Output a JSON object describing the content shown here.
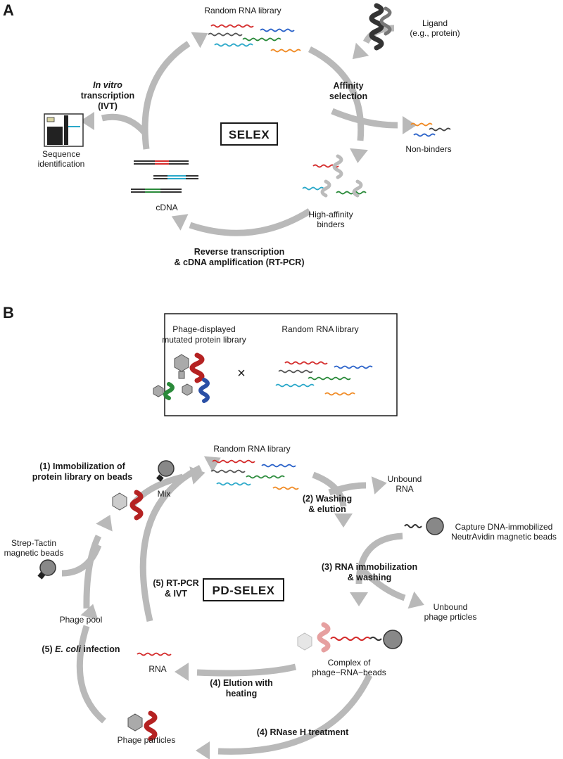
{
  "colors": {
    "arrow": "#b9b9b9",
    "red": "#d42a2a",
    "blue": "#2a62c9",
    "green": "#2a8a3a",
    "cyan": "#2aa8c9",
    "orange": "#f08a24",
    "black": "#333333"
  },
  "panelA": {
    "letter": "A",
    "center_label": "SELEX",
    "random_library": "Random RNA library",
    "ligand_line1": "Ligand",
    "ligand_line2": "(e.g., protein)",
    "affinity_line1": "Affinity",
    "affinity_line2": "selection",
    "nonbinders": "Non-binders",
    "highaff_line1": "High-affinity",
    "highaff_line2": "binders",
    "rt_line1": "Reverse transcription",
    "rt_line2": "& cDNA amplification (RT-PCR)",
    "cdna": "cDNA",
    "seq_line1": "Sequence",
    "seq_line2": "identification",
    "ivt_italic": "In vitro",
    "ivt_line2": "transcription",
    "ivt_line3": "(IVT)"
  },
  "panelB": {
    "letter": "B",
    "center_label": "PD-SELEX",
    "box_phage_line1": "Phage-displayed",
    "box_phage_line2": "mutated protein library",
    "box_times": "×",
    "box_random": "Random RNA library",
    "random_library": "Random RNA library",
    "step1_line1": "(1) Immobilization of",
    "step1_line2": "protein library on beads",
    "mix": "Mix",
    "unbound_rna_line1": "Unbound",
    "unbound_rna_line2": "RNA",
    "step2_line1": "(2) Washing",
    "step2_line2": "& elution",
    "capture_line1": "Capture DNA-immobilized",
    "capture_line2": "NeutrAvidin magnetic beads",
    "step3_line1": "(3) RNA immobilization",
    "step3_line2": "& washing",
    "unbound_phage_line1": "Unbound",
    "unbound_phage_line2": "phage prticles",
    "complex_line1": "Complex of",
    "complex_line2": "phage−RNA−beads",
    "step4h_line1": "(4) Elution with",
    "step4h_line2": "heating",
    "step4r": "(4) RNase H treatment",
    "rna": "RNA",
    "phage_particles": "Phage particles",
    "step5e_prefix": "(5) ",
    "step5e_italic": "E. coli",
    "step5e_suffix": " infection",
    "phage_pool": "Phage pool",
    "strep_line1": "Strep-Tactin",
    "strep_line2": "magnetic beads",
    "step5r_line1": "(5) RT-PCR",
    "step5r_line2": "& IVT"
  }
}
